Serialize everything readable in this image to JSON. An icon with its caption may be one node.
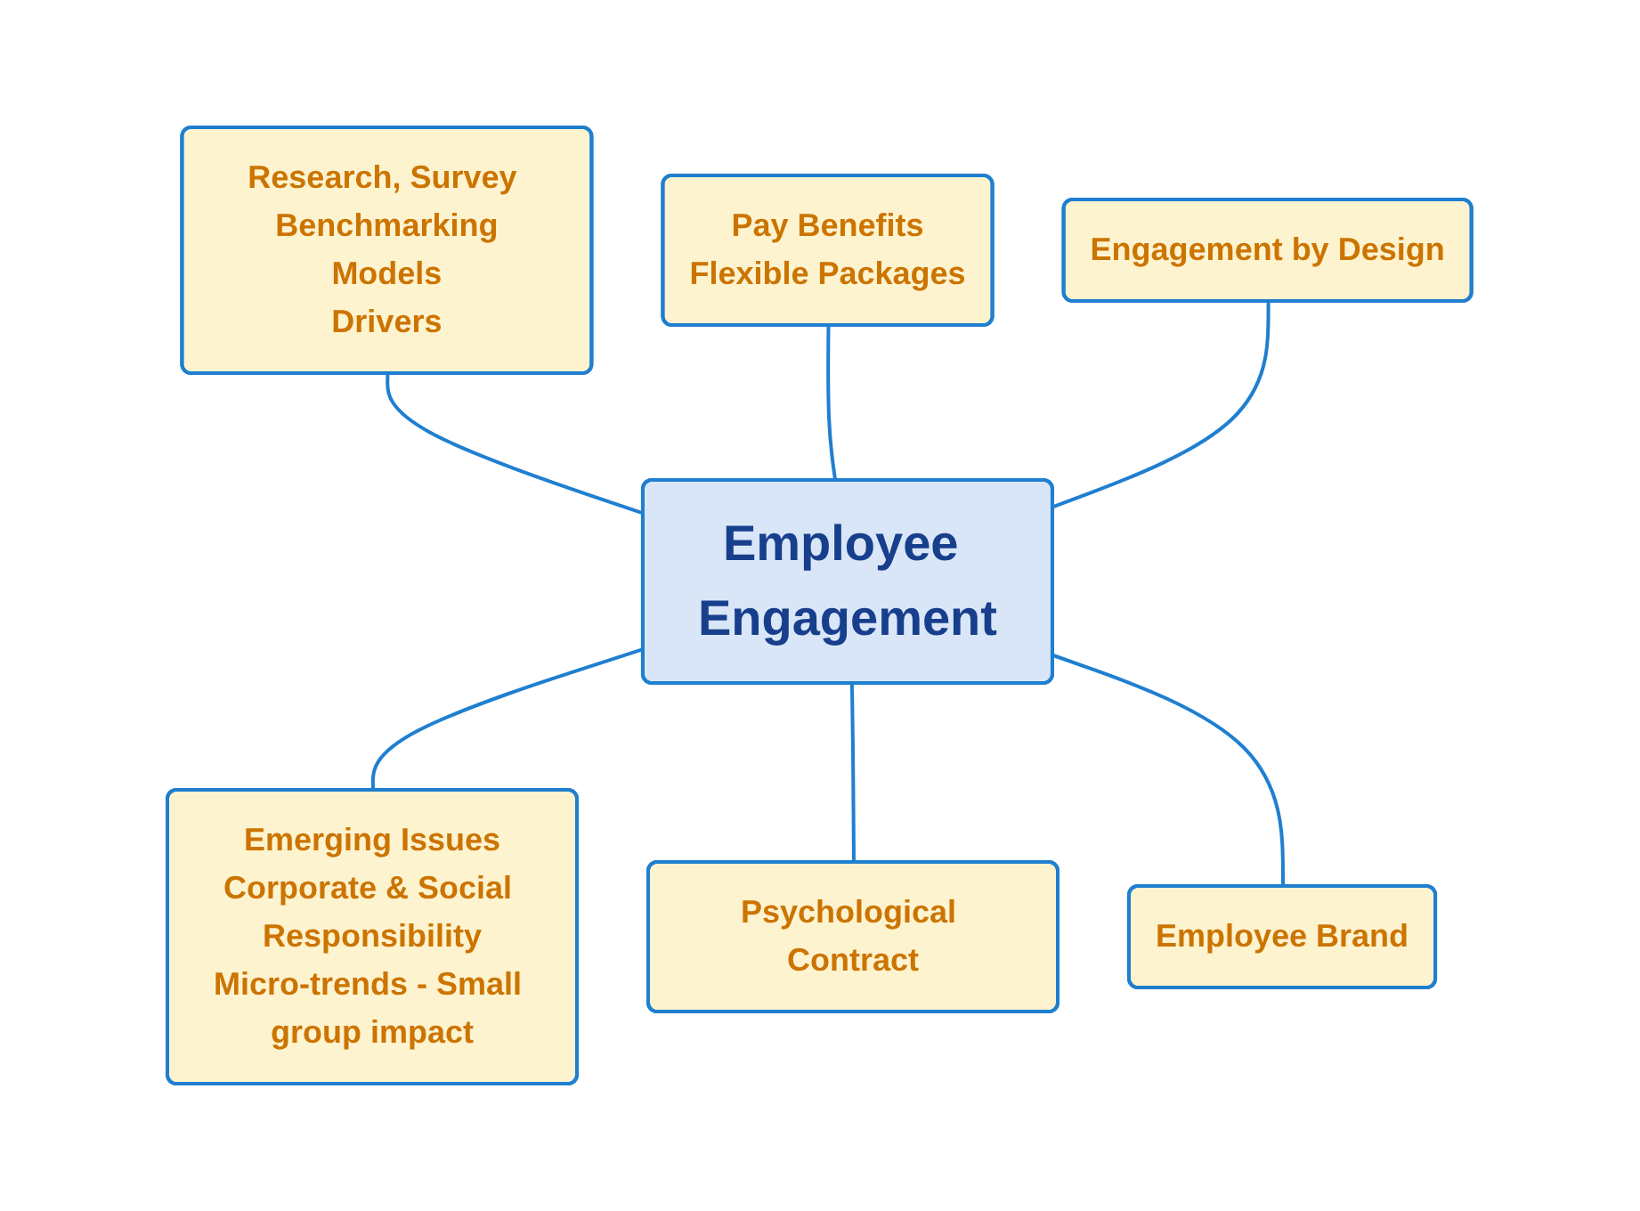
{
  "diagram": {
    "nodes": [
      {
        "text": [
          "Research, Survey Benchmarking",
          "Models",
          "Drivers"
        ]
      },
      {
        "text": [
          "Pay Benefits",
          "Flexible Packages"
        ]
      },
      {
        "text": [
          "Engagement by Design"
        ]
      },
      {
        "text": [
          "Employee Engagement"
        ]
      },
      {
        "text": [
          "Emerging Issues",
          "Corporate & Social Responsibility",
          "Micro-trends - Small group impact"
        ]
      },
      {
        "text": [
          "Psychological Contract"
        ]
      },
      {
        "text": [
          "Employee Brand"
        ]
      }
    ],
    "edges": [
      {
        "from": 0,
        "to": 3,
        "arrow": "none"
      },
      {
        "from": 1,
        "to": 3,
        "arrow": "none"
      },
      {
        "from": 2,
        "to": 3,
        "arrow": "none"
      },
      {
        "from": 3,
        "to": 4,
        "arrow": "none"
      },
      {
        "from": 3,
        "to": 5,
        "arrow": "none"
      },
      {
        "from": 3,
        "to": 6,
        "arrow": "none"
      }
    ]
  }
}
